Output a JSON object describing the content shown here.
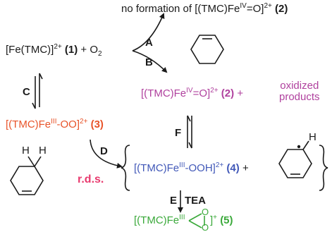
{
  "top_note": {
    "prefix": "no formation of [(TMC)Fe",
    "sup": "IV",
    "suffix": "=O]",
    "charge": "2+",
    "num": " (2)"
  },
  "reactant": {
    "prefix": "[Fe(TMC)]",
    "charge": "2+",
    "num": "(1)",
    "o2": "+ O",
    "o2_sub": "2"
  },
  "fe_oxo": {
    "prefix": "[(TMC)Fe",
    "sup": "IV",
    "suffix": "=O]",
    "charge": "2+",
    "num": "(2)",
    "plus": "+"
  },
  "oxidized_products": {
    "line1": "oxidized",
    "line2": "products"
  },
  "superoxo": {
    "prefix": "[(TMC)Fe",
    "sup": "III",
    "suffix": "-OO]",
    "charge": "2+",
    "num": "(3)"
  },
  "hydroperoxo": {
    "prefix": "[(TMC)Fe",
    "sup": "III",
    "suffix": "-OOH]",
    "charge": "2+",
    "num": "(4)",
    "plus": "+"
  },
  "peroxo": {
    "prefix": "[(TMC)Fe",
    "sup": "III",
    "charge": "+",
    "num": "(5)",
    "o_top": "O",
    "o_bottom": "O"
  },
  "steps": {
    "a": "A",
    "b": "B",
    "c": "C",
    "d": "D",
    "e": "E",
    "f": "F",
    "tea": "TEA",
    "rds": "r.d.s."
  },
  "h_labels": {
    "h1": "H",
    "h2": "H",
    "h3": "H"
  },
  "colors": {
    "magenta": "#b0419e",
    "orange": "#e8542a",
    "blue": "#4158b8",
    "green": "#3aa93a",
    "red": "#e83a6e"
  }
}
